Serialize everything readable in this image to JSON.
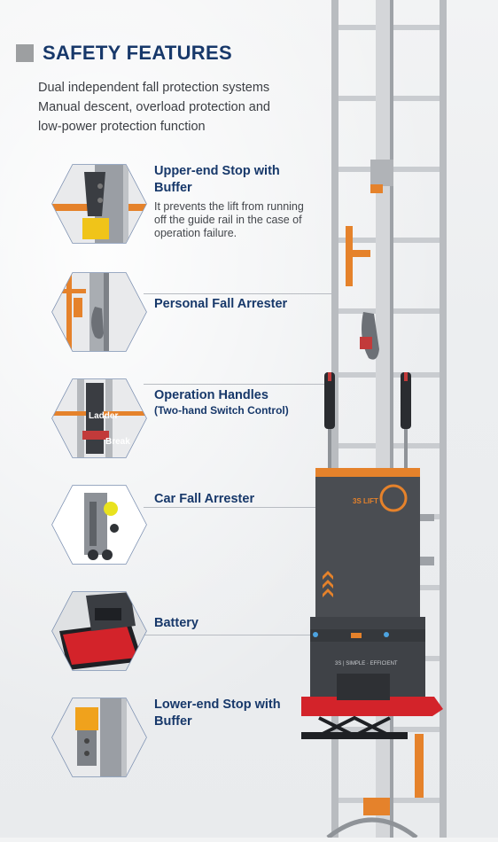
{
  "header": {
    "title": "SAFETY FEATURES",
    "intro_lines": [
      "Dual independent fall protection systems",
      "Manual descent, overload protection and",
      "low-power protection function"
    ]
  },
  "features": [
    {
      "title": "Upper-end Stop with Buffer",
      "desc": "It prevents the lift from running off the guide rail in the case of operation failure.",
      "icon": "upper-stop-icon"
    },
    {
      "title": "Personal Fall Arrester",
      "icon": "personal-fall-arrester-icon"
    },
    {
      "title": "Operation Handles",
      "subtitle": "(Two-hand Switch Control)",
      "icon": "operation-handles-icon",
      "labels": [
        "Ladder",
        "Break"
      ]
    },
    {
      "title": "Car Fall Arrester",
      "icon": "car-fall-arrester-icon"
    },
    {
      "title": "Battery",
      "icon": "battery-icon"
    },
    {
      "title": "Lower-end Stop with Buffer",
      "icon": "lower-stop-icon"
    }
  ],
  "machine": {
    "brand_mark": "3S LIFT",
    "plate_text": "3S | SIMPLE · EFFICIENT"
  },
  "colors": {
    "title": "#17386a",
    "accent_orange": "#e5822b",
    "body_text": "#3c3f44",
    "machine_body": "#4a4d52",
    "base_red": "#d3232a"
  }
}
